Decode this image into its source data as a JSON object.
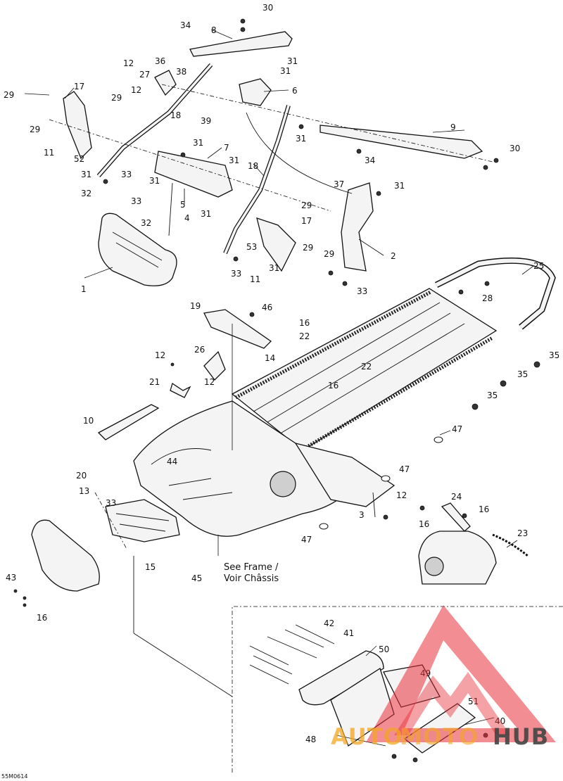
{
  "diagram": {
    "note_line1": "See Frame /",
    "note_line2": "Voir Châssis",
    "drawing_code": "55M0614"
  },
  "callouts": [
    "30",
    "34",
    "8",
    "12",
    "36",
    "27",
    "38",
    "12",
    "31",
    "31",
    "17",
    "29",
    "29",
    "6",
    "18",
    "39",
    "29",
    "31",
    "9",
    "30",
    "11",
    "31",
    "52",
    "7",
    "31",
    "34",
    "31",
    "33",
    "31",
    "18",
    "37",
    "31",
    "33",
    "5",
    "31",
    "29",
    "32",
    "4",
    "17",
    "32",
    "53",
    "29",
    "29",
    "2",
    "31",
    "33",
    "1",
    "11",
    "33",
    "25",
    "19",
    "46",
    "28",
    "16",
    "22",
    "35",
    "12",
    "26",
    "14",
    "35",
    "22",
    "16",
    "12",
    "21",
    "35",
    "10",
    "47",
    "44",
    "47",
    "20",
    "12",
    "13",
    "24",
    "33",
    "3",
    "16",
    "16",
    "23",
    "47",
    "15",
    "45",
    "43",
    "16",
    "42",
    "41",
    "50",
    "49",
    "51",
    "40",
    "48"
  ],
  "watermark": {
    "text_auto": "AUTO",
    "text_moto": "MOTO",
    "text_hub": "HUB",
    "color_primary": "#e8303a",
    "color_secondary": "#f5a623"
  }
}
